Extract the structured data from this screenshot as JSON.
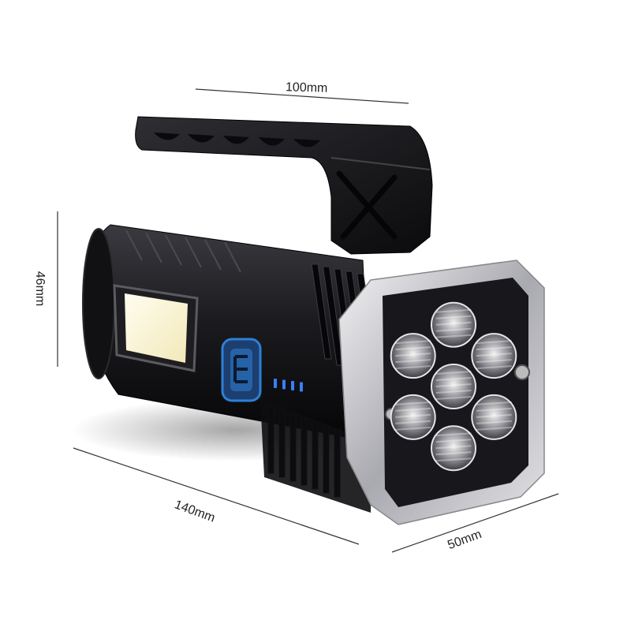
{
  "dimensions": {
    "length": "100mm",
    "height": "46mm",
    "depth": "140mm",
    "width": "50mm"
  },
  "indicator": {
    "battery_level_bars": 4
  },
  "leds": {
    "count": 7
  },
  "colors": {
    "body": "#1a1a1d",
    "chrome": "#d8d8dc",
    "cob_light": "#fff7d6",
    "button_accent": "#2f7fd6",
    "indicator_led": "#3a7ff5",
    "dimension_line": "#333333"
  }
}
